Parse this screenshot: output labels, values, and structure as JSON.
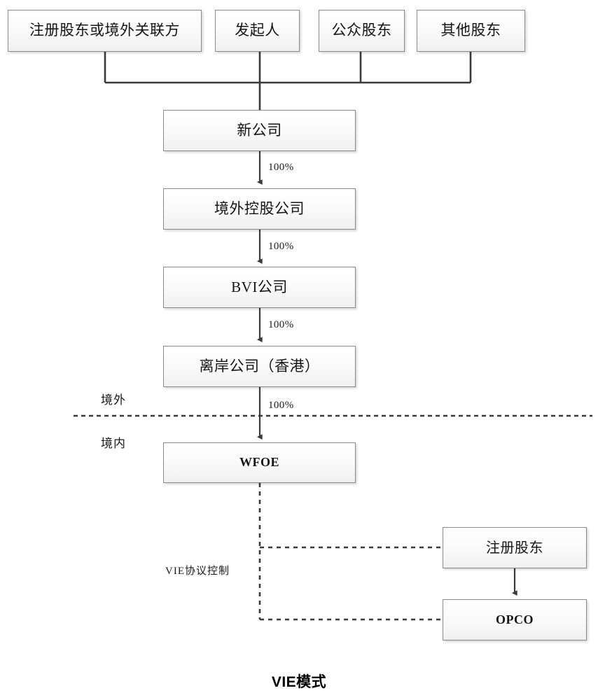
{
  "diagram": {
    "title": "VIE模式",
    "shareholders": [
      {
        "id": "registered-or-offshore-affiliate",
        "label": "注册股东或境外关联方"
      },
      {
        "id": "promoter",
        "label": "发起人"
      },
      {
        "id": "public-shareholders",
        "label": "公众股东"
      },
      {
        "id": "other-shareholders",
        "label": "其他股东"
      }
    ],
    "chain": [
      {
        "id": "new-company",
        "label": "新公司"
      },
      {
        "id": "offshore-holding-company",
        "label": "境外控股公司"
      },
      {
        "id": "bvi-company",
        "label": "BVI公司"
      },
      {
        "id": "offshore-company-hk",
        "label": "离岸公司（香港）"
      },
      {
        "id": "wfoe",
        "label": "WFOE"
      }
    ],
    "onshore_nodes": [
      {
        "id": "registered-shareholder",
        "label": "注册股东"
      },
      {
        "id": "opco",
        "label": "OPCO"
      }
    ],
    "ownership_labels": [
      {
        "from": "new-company",
        "to": "offshore-holding-company",
        "value": "100%"
      },
      {
        "from": "offshore-holding-company",
        "to": "bvi-company",
        "value": "100%"
      },
      {
        "from": "bvi-company",
        "to": "offshore-company-hk",
        "value": "100%"
      },
      {
        "from": "offshore-company-hk",
        "to": "wfoe",
        "value": "100%"
      }
    ],
    "region_labels": {
      "offshore": "境外",
      "onshore": "境内"
    },
    "control_label": "VIE协议控制",
    "colors": {
      "line": "#3a3a3a",
      "box_border": "#8a8a8a",
      "box_fill_top": "#ffffff",
      "box_fill_bottom": "#f0f0f0",
      "text": "#141414",
      "divider": "#3a3a3a"
    }
  }
}
